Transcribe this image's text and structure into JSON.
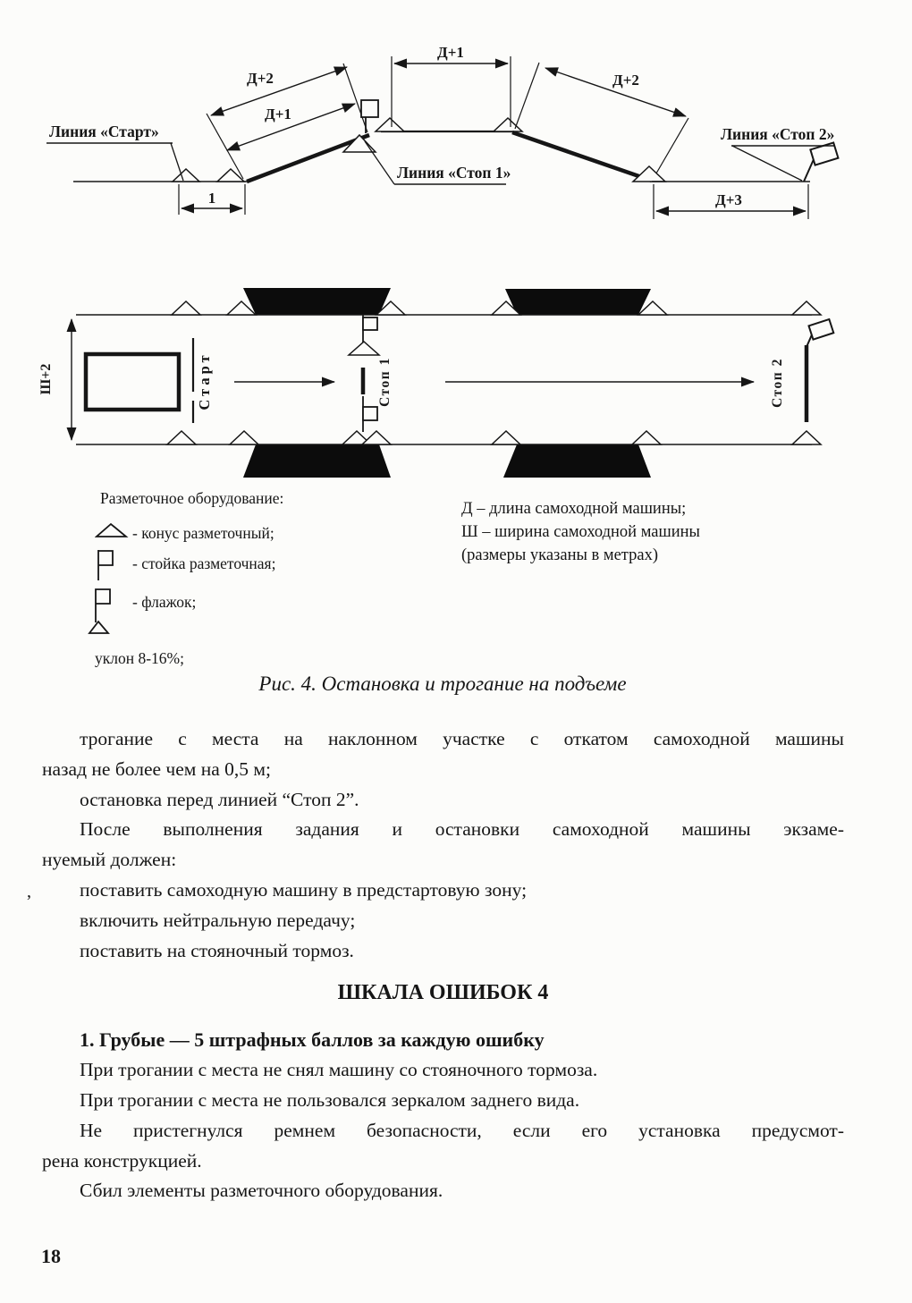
{
  "figure": {
    "caption": "Рис. 4. Остановка и трогание на подъеме",
    "profile": {
      "line_start_label": "Линия «Старт»",
      "line_stop1_label": "Линия «Стоп 1»",
      "line_stop2_label": "Линия «Стоп 2»",
      "dim_start_zone": "1",
      "dim_uphill_outer": "Д+2",
      "dim_uphill_inner": "Д+1",
      "dim_top": "Д+1",
      "dim_downhill": "Д+2",
      "dim_finish": "Д+3"
    },
    "plan": {
      "dim_width": "Ш+2",
      "start_label": "Старт",
      "stop1_label": "Стоп 1",
      "stop2_label": "Стоп 2"
    },
    "legend": {
      "title": "Разметочное оборудование:",
      "cone": "- конус разметочный;",
      "stand": "- стойка разметочная;",
      "flag": "- флажок;",
      "slope": "уклон 8-16%;"
    },
    "notes": {
      "line1": "Д – длина самоходной машины;",
      "line2": "Ш – ширина самоходной машины",
      "line3": "(размеры указаны в метрах)"
    }
  },
  "body": {
    "lines": [
      "трогание с места на наклонном участке с откатом самоходной машины",
      "назад не более чем на 0,5 м;",
      "остановка перед линией “Стоп 2”.",
      "После выполнения задания и остановки самоходной машины экзаме-",
      "нуемый должен:",
      "поставить самоходную машину в предстартовую зону;",
      "включить нейтральную передачу;",
      "поставить на стояночный тормоз."
    ],
    "heading": "ШКАЛА ОШИБОК 4",
    "subheading": "1. Грубые — 5 штрафных баллов за каждую ошибку",
    "error_lines": [
      "При трогании с места не снял машину со стояночного тормоза.",
      "При трогании с места не пользовался зеркалом заднего вида.",
      "Не пристегнулся ремнем безопасности, если его установка предусмот-",
      "рена конструкцией.",
      "Сбил элементы разметочного оборудования."
    ]
  },
  "page": {
    "number": "18",
    "margin_mark": ","
  }
}
